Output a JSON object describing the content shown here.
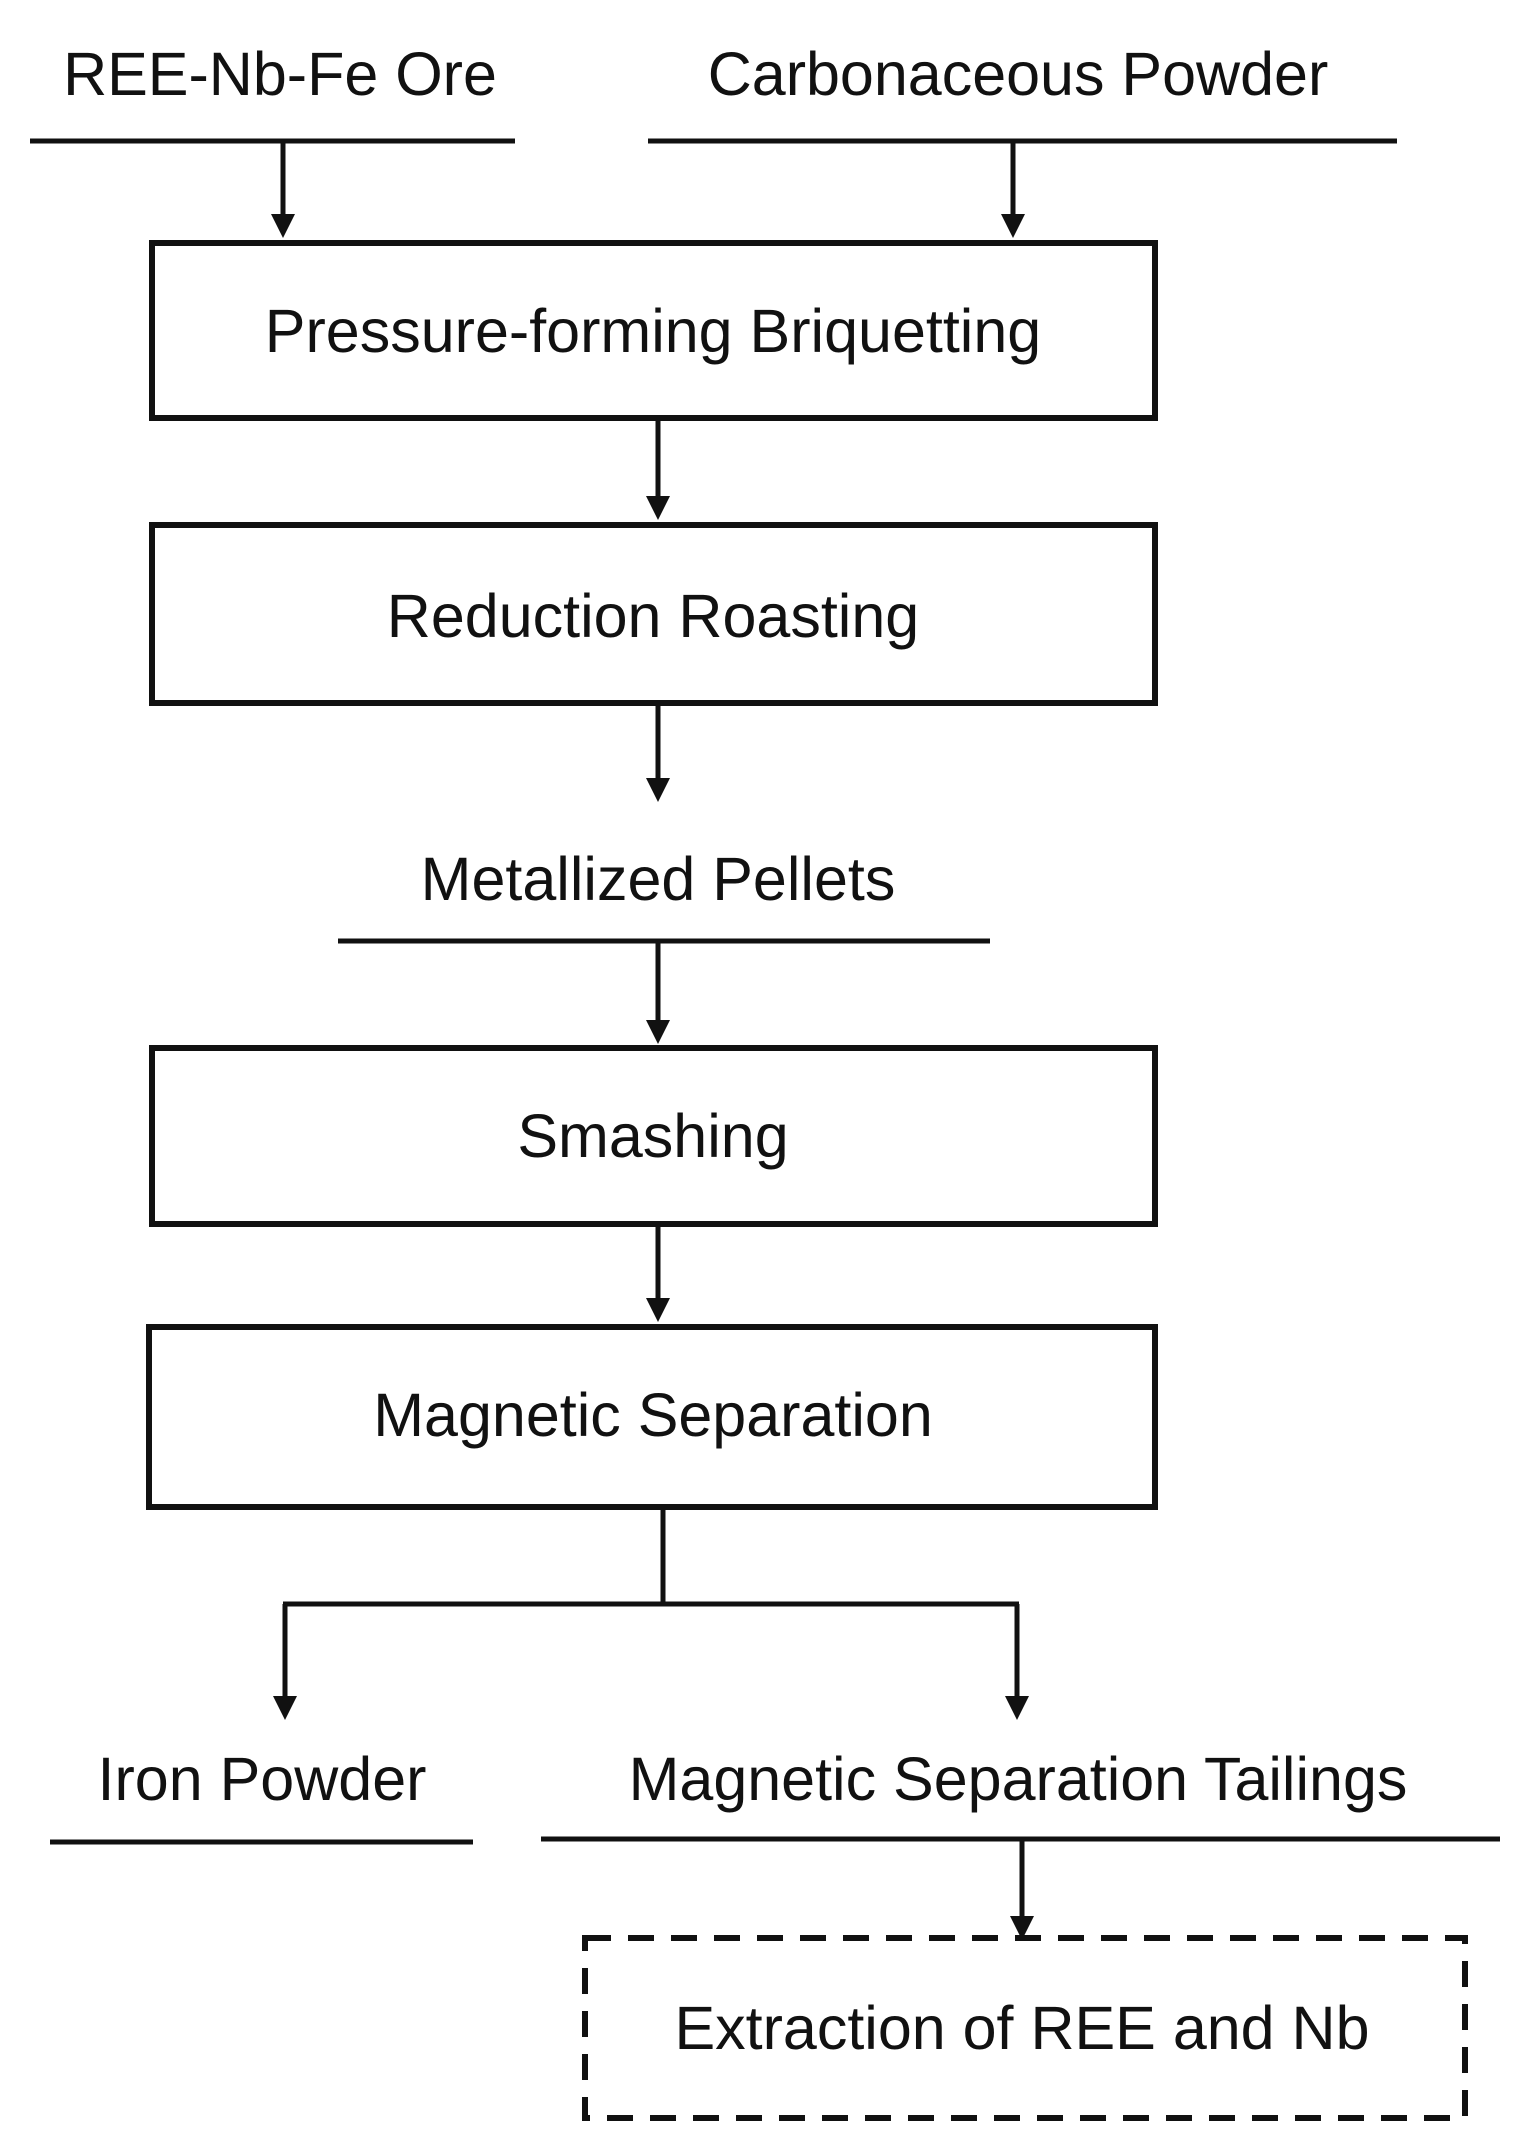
{
  "inputs": {
    "ore": "REE-Nb-Fe Ore",
    "carbon": "Carbonaceous Powder"
  },
  "steps": {
    "briquetting": "Pressure-forming Briquetting",
    "roasting": "Reduction Roasting",
    "pellets": "Metallized Pellets",
    "smashing": "Smashing",
    "separation": "Magnetic Separation"
  },
  "outputs": {
    "iron": "Iron Powder",
    "tailings": "Magnetic Separation Tailings",
    "extraction": "Extraction of REE and Nb"
  }
}
